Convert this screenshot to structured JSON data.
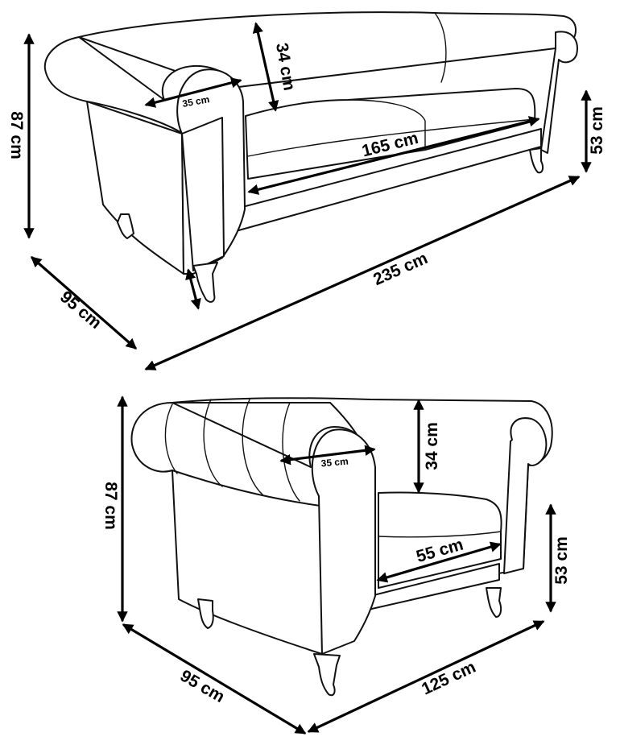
{
  "colors": {
    "ink": "#000000",
    "paper": "#ffffff"
  },
  "sofa": {
    "height_label": "87 cm",
    "back_height_label": "34 cm",
    "armrest_label": "35 cm",
    "seat_width_label": "165 cm",
    "seat_height_label": "53 cm",
    "depth_label": "95 cm",
    "width_label": "235 cm"
  },
  "armchair": {
    "height_label": "87 cm",
    "armrest_label": "35 cm",
    "back_height_label": "34 cm",
    "seat_width_label": "55 cm",
    "seat_height_label": "53 cm",
    "depth_label": "95 cm",
    "width_label": "125 cm"
  }
}
